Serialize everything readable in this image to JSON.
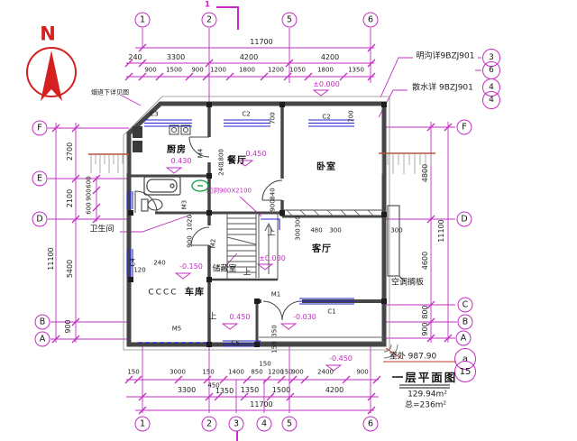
{
  "page": {
    "north": "N",
    "section_mark": "1",
    "title": "一层平面图",
    "area": "129.94m²",
    "total_area": "总=236m²",
    "outdoor": "室外 987.90"
  },
  "grid": {
    "top": [
      "1",
      "2",
      "5",
      "6"
    ],
    "bottom": [
      "1",
      "2",
      "3",
      "4",
      "5",
      "6"
    ],
    "left": [
      "F",
      "E",
      "D",
      "B",
      "A"
    ],
    "right": [
      "F",
      "D",
      "C",
      "B",
      "A"
    ]
  },
  "detail_bubbles": {
    "gutter": {
      "note": "明沟详9BZJ901",
      "top": "3",
      "bottom": "6"
    },
    "apron": {
      "note": "散水详 9BZJ901",
      "top": "4",
      "bottom": "4"
    },
    "plan": {
      "top": "a",
      "bottom": "15"
    }
  },
  "notes": {
    "ac_shelf": "空调搁板",
    "door_opening": "门洞900X2100",
    "corner": "烟道下详见图",
    "bathroom": "卫生间"
  },
  "rooms": {
    "kitchen": "厨房",
    "dining": "餐厅",
    "bedroom": "卧室",
    "living": "客厅",
    "storage": "储藏室",
    "garage": "车库",
    "garage_prefix": "CCCC"
  },
  "levels": {
    "site": "±0.000",
    "kitchen": "0.430",
    "dining": "0.450",
    "hall": "±0.000",
    "garage": "-0.150",
    "entry": "0.450",
    "porch": "-0.030",
    "outside": "-0.450"
  },
  "stairs": {
    "up": "上"
  },
  "doors": [
    "M1",
    "M2",
    "M3",
    "M4",
    "M5"
  ],
  "windows": [
    "C1",
    "C2",
    "C3",
    "C4",
    "C5"
  ],
  "dims": {
    "top": {
      "total": "11700",
      "row2": [
        "240",
        "3300",
        "4200",
        "4200"
      ],
      "row3": [
        "900",
        "1500",
        "900",
        "1200",
        "1800",
        "1200",
        "1050",
        "1800",
        "1350"
      ]
    },
    "bottom": {
      "row1": [
        "150",
        "3000",
        "150",
        "1400",
        "850",
        "150",
        "1200",
        "150",
        "900",
        "2400",
        "900"
      ],
      "row2": [
        "3300",
        "450",
        "1350",
        "1350",
        "1500",
        "4200"
      ],
      "total": "11700"
    },
    "left": {
      "segments": [
        "2700",
        "2100",
        "5400",
        "900"
      ],
      "total": "11100",
      "inner": [
        "600",
        "900",
        "600"
      ],
      "wall": [
        "120",
        "240"
      ]
    },
    "right": {
      "segments": [
        "4800",
        "4600",
        "800",
        "900"
      ],
      "total": "11100",
      "below_bedroom": [
        "480",
        "300",
        "300"
      ],
      "side": [
        "300",
        "300"
      ],
      "windows": [
        "700",
        "700"
      ],
      "steps": [
        "350",
        "150"
      ]
    },
    "stair_col": [
      "1020",
      "900"
    ],
    "dining_col": [
      "1800",
      "240"
    ],
    "door_col": [
      "840",
      "900"
    ]
  }
}
